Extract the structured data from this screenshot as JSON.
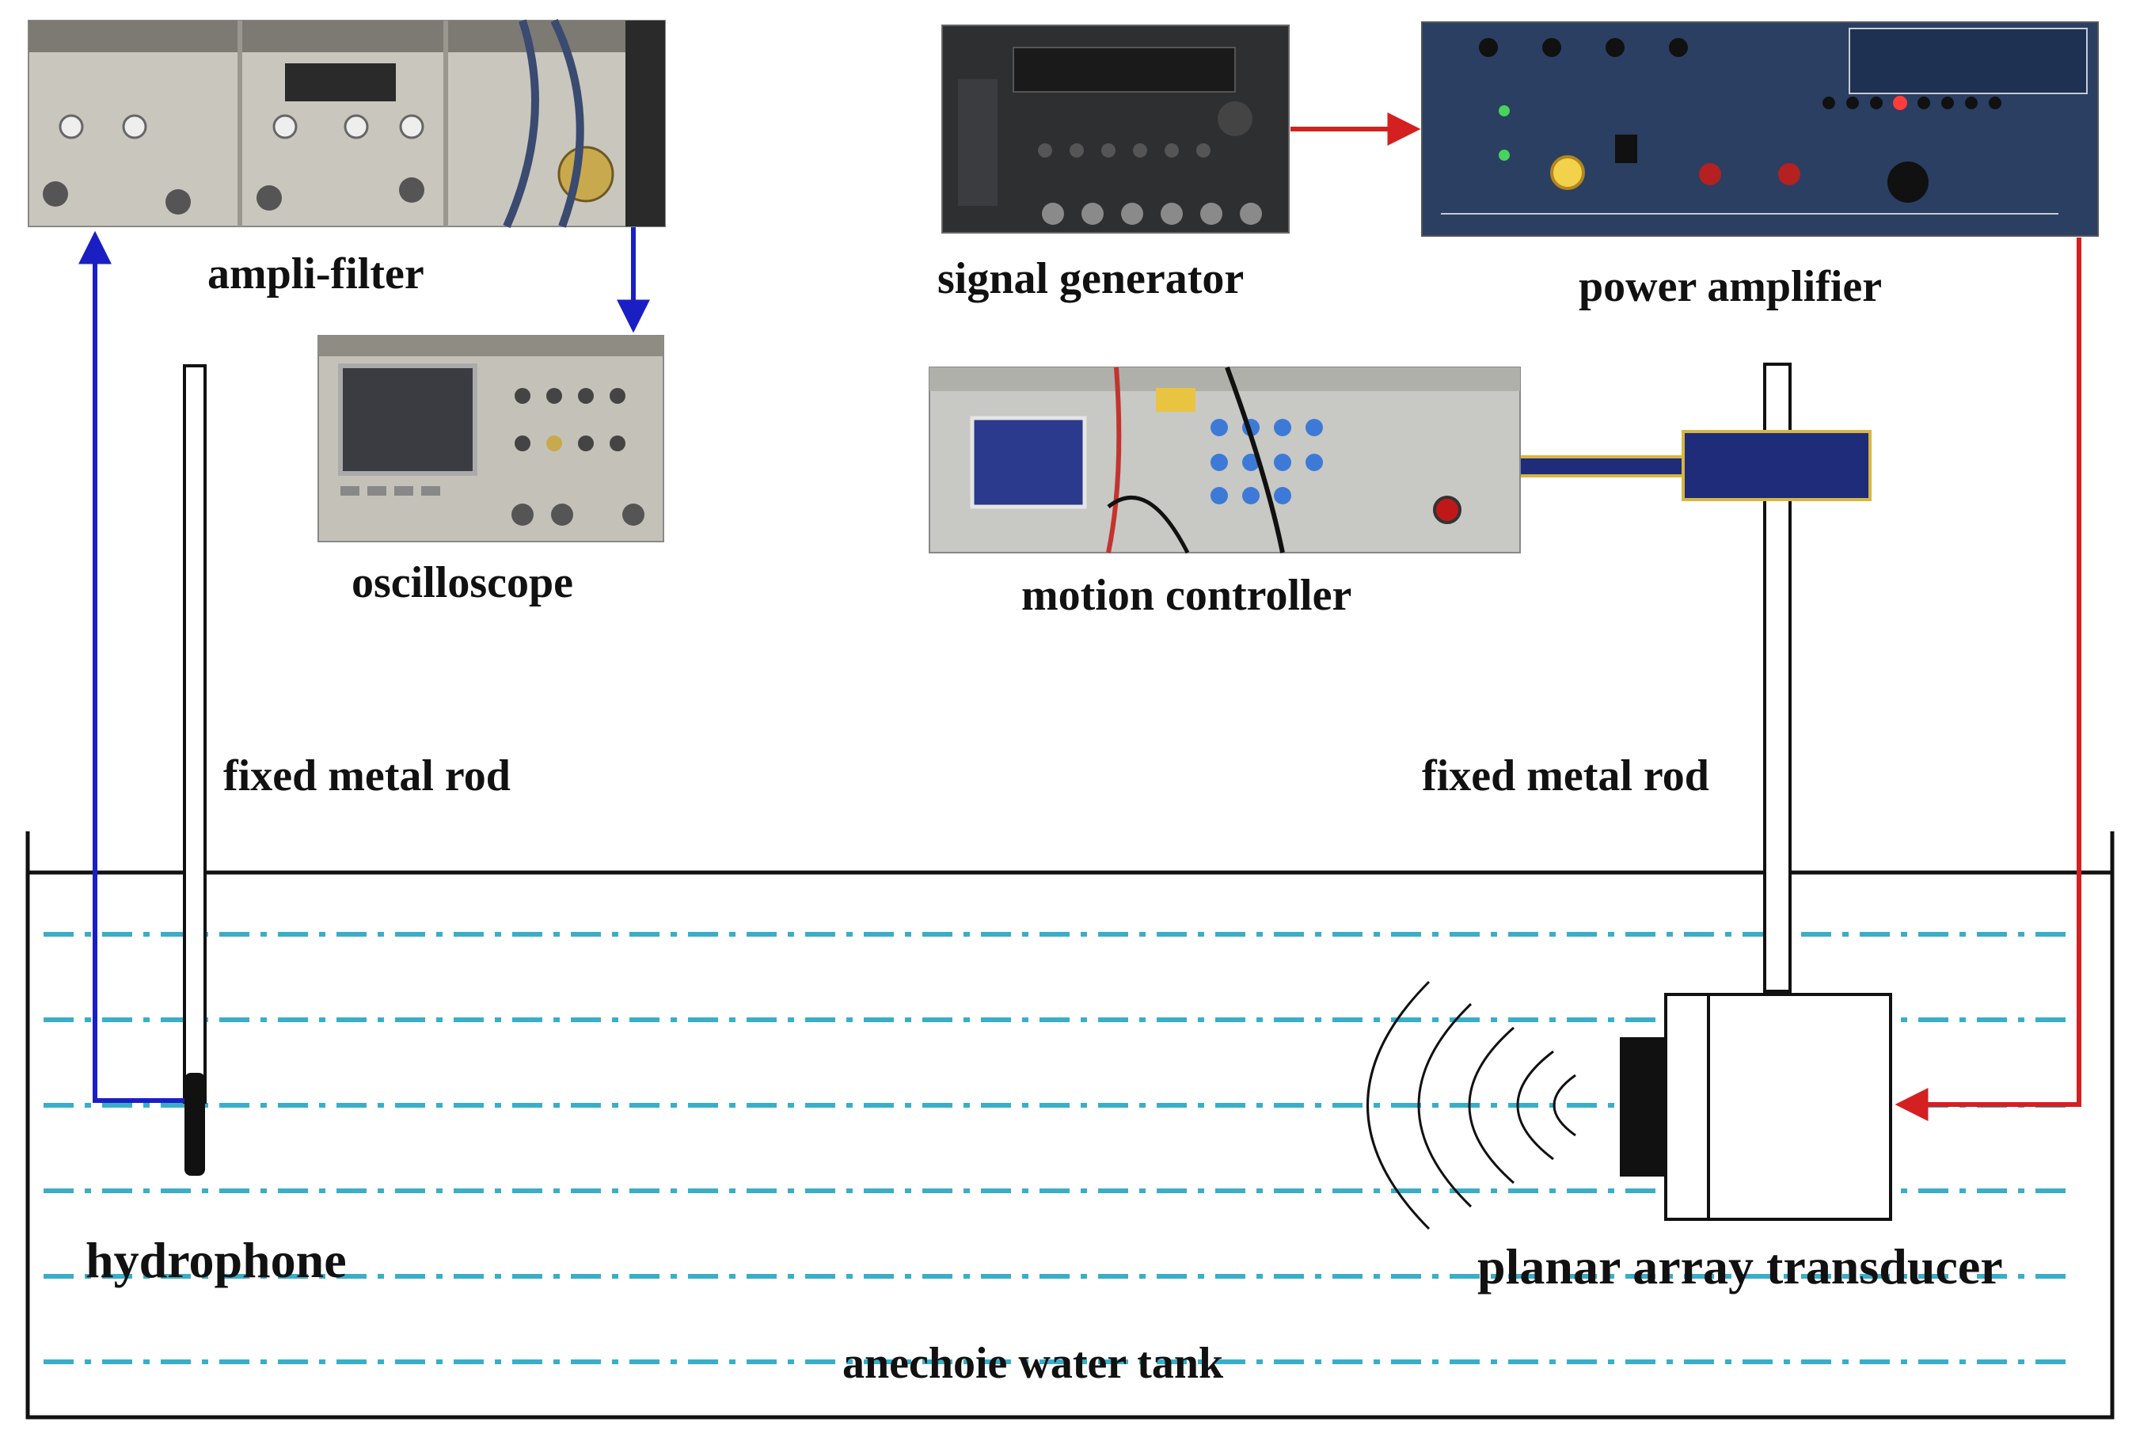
{
  "labels": {
    "ampli_filter": "ampli-filter",
    "oscilloscope": "oscilloscope",
    "signal_generator": "signal generator",
    "power_amplifier": "power amplifier",
    "motion_controller": "motion controller",
    "fixed_metal_rod_left": "fixed metal rod",
    "fixed_metal_rod_right": "fixed metal rod",
    "hydrophone": "hydrophone",
    "planar_array_transducer": "planar array transducer",
    "tank": "anechoie water tank"
  },
  "colors": {
    "receive_signal_path": "#1a1fc4",
    "transmit_signal_path": "#d42020",
    "water_lines": "#3aaec8",
    "outline": "#111111",
    "motion_arm": "#1e2c7a"
  },
  "device_photos": [
    {
      "name": "ampli-filter-photo"
    },
    {
      "name": "oscilloscope-photo"
    },
    {
      "name": "signal-generator-photo"
    },
    {
      "name": "power-amplifier-photo"
    },
    {
      "name": "motion-controller-photo"
    }
  ]
}
